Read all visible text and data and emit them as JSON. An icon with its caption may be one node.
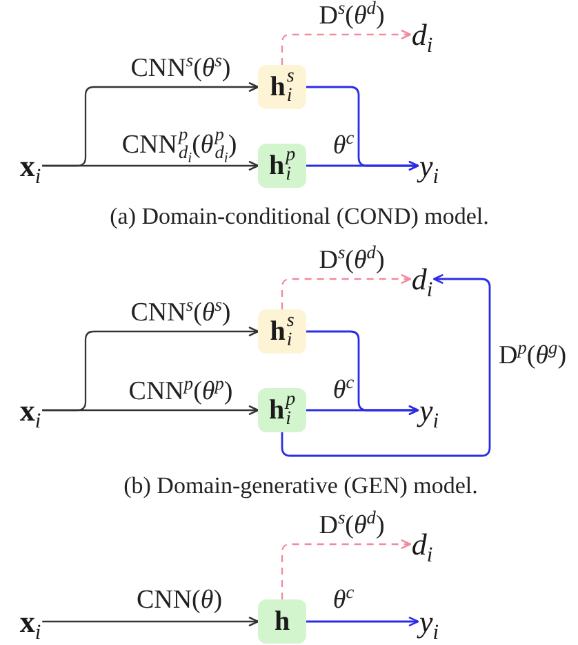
{
  "diagram": {
    "nodes": [
      {
        "text": [
          "x$_{i}$"
        ]
      },
      {
        "text": [
          "h$_{i}$$^{s}$"
        ]
      },
      {
        "text": [
          "h$_{i}$$^{p}$"
        ]
      },
      {
        "text": [
          "d$_{i}$"
        ]
      },
      {
        "text": [
          "y$_{i}$"
        ]
      },
      {
        "text": [
          "x$_{i}$"
        ]
      },
      {
        "text": [
          "h$_{i}$$^{s}$"
        ]
      },
      {
        "text": [
          "h$_{i}$$^{p}$"
        ]
      },
      {
        "text": [
          "d$_{i}$"
        ]
      },
      {
        "text": [
          "y$_{i}$"
        ]
      },
      {
        "text": [
          "x$_{i}$"
        ]
      },
      {
        "text": [
          "h"
        ]
      },
      {
        "text": [
          "d$_{i}$"
        ]
      },
      {
        "text": [
          "y$_{i}$"
        ]
      }
    ],
    "edges": [
      {
        "from": 0,
        "to": 1,
        "arrow": "to",
        "label": "CNN$^{s}$(*θ*$^{s}$)",
        "color": "#333333"
      },
      {
        "from": 0,
        "to": 2,
        "arrow": "to",
        "label": "CNN$^{p}$$_{d}$$_{i}$(*θ*$^{p}$$_{d}$$_{i}$)",
        "color": "#333333"
      },
      {
        "from": 1,
        "to": 3,
        "arrow": "to",
        "label": "D$^{s}$(*θ*$^{d}$)",
        "style": "dashed",
        "color": "#f08a9c"
      },
      {
        "from": 1,
        "to": 4,
        "arrow": "to"
      },
      {
        "from": 2,
        "to": 4,
        "arrow": "to",
        "label": "θ$^{c}$"
      },
      {
        "from": 5,
        "to": 6,
        "arrow": "to",
        "label": "CNN$^{s}$(*θ*$^{s}$)",
        "color": "#333333"
      },
      {
        "from": 5,
        "to": 7,
        "arrow": "to",
        "label": "CNN$^{p}$(*θ*$^{p}$)",
        "color": "#333333"
      },
      {
        "from": 6,
        "to": 8,
        "arrow": "to",
        "label": "D$^{s}$(*θ*$^{d}$)",
        "style": "dashed",
        "color": "#f08a9c"
      },
      {
        "from": 6,
        "to": 9,
        "arrow": "to"
      },
      {
        "from": 7,
        "to": 9,
        "arrow": "to",
        "label": "θ$^{c}$"
      },
      {
        "from": 7,
        "to": 8,
        "arrow": "to",
        "label": "D$^{p}$(*θ*$^{g}$)"
      },
      {
        "from": 10,
        "to": 11,
        "arrow": "to",
        "label": "CNN(*θ*)",
        "color": "#333333"
      },
      {
        "from": 11,
        "to": 12,
        "arrow": "to",
        "label": "D$^{s}$(*θ*$^{d}$)",
        "style": "dashed",
        "color": "#f08a9c"
      },
      {
        "from": 11,
        "to": 13,
        "arrow": "to",
        "label": "θ$^{c}$"
      }
    ],
    "labels": [
      "(a) Domain-conditional (COND) model.",
      "(b) Domain-generative (GEN) model."
    ]
  }
}
